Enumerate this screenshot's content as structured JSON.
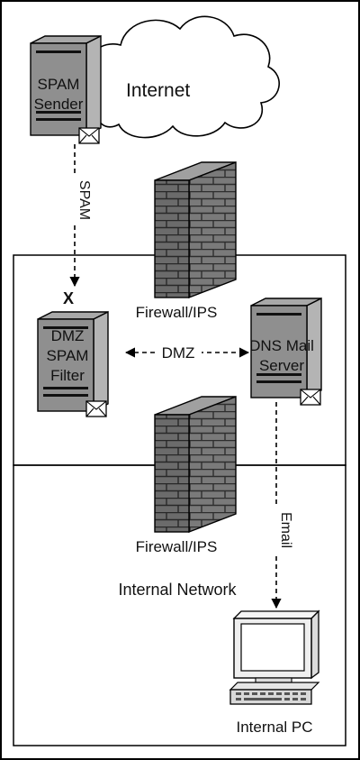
{
  "zones": {
    "internet": "Internet",
    "internal": "Internal Network"
  },
  "servers": {
    "spam_sender": [
      "SPAM",
      "Sender"
    ],
    "spam_filter": [
      "DMZ",
      "SPAM",
      "Filter"
    ],
    "mail_server": [
      "DNS Mail",
      "Server"
    ]
  },
  "firewalls": {
    "top": "Firewall/IPS",
    "bottom": "Firewall/IPS"
  },
  "links": {
    "spam": "SPAM",
    "dmz": "DMZ",
    "email": "Email",
    "blocked_mark": "X"
  },
  "pc": {
    "label": "Internal PC"
  },
  "colors": {
    "server_body": "#8f8f8f",
    "server_side": "#b4b4b4",
    "server_top": "#a8a8a8",
    "wall_face": "#7a7a7a",
    "wall_top": "#a0a0a0",
    "wall_side": "#5e5e5e",
    "pc_body": "#efefef"
  },
  "icons": [
    "cloud-icon",
    "server-icon",
    "envelope-icon",
    "firewall-icon",
    "desktop-pc-icon"
  ]
}
